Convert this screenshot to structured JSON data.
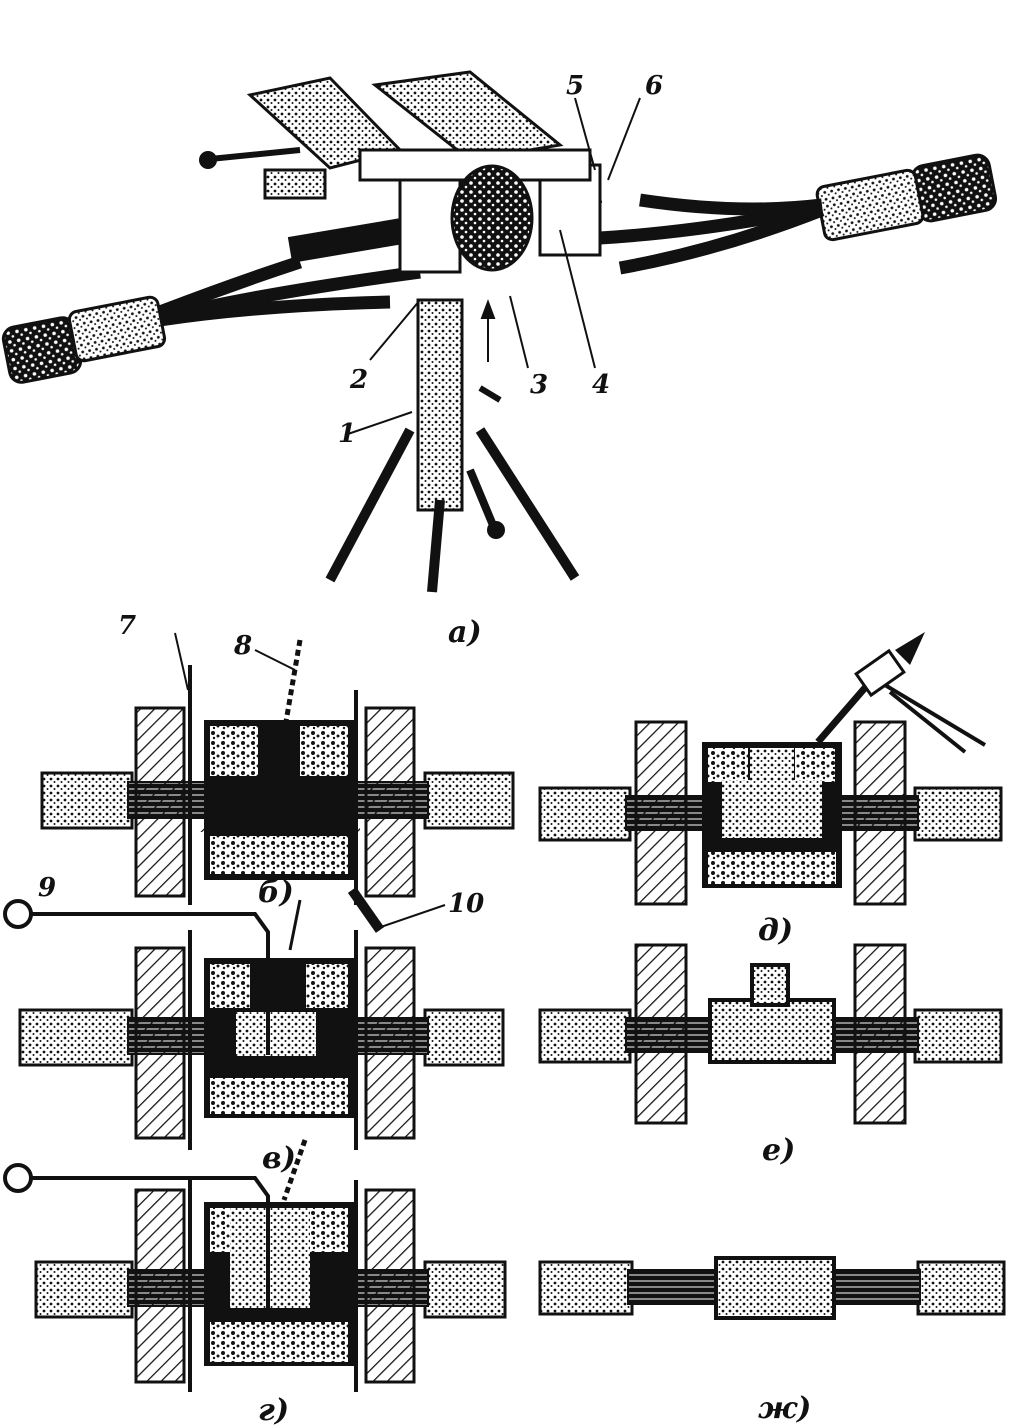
{
  "labels": {
    "n1": "1",
    "n2": "2",
    "n3": "3",
    "n4": "4",
    "n5": "5",
    "n6": "6",
    "n7": "7",
    "n8": "8",
    "n9": "9",
    "n10": "10"
  },
  "captions": {
    "a": "а)",
    "b": "б)",
    "v": "в)",
    "g": "г)",
    "d": "д)",
    "e": "е)",
    "zh": "ж)"
  },
  "colors": {
    "ink": "#111111",
    "paper": "#ffffff"
  }
}
